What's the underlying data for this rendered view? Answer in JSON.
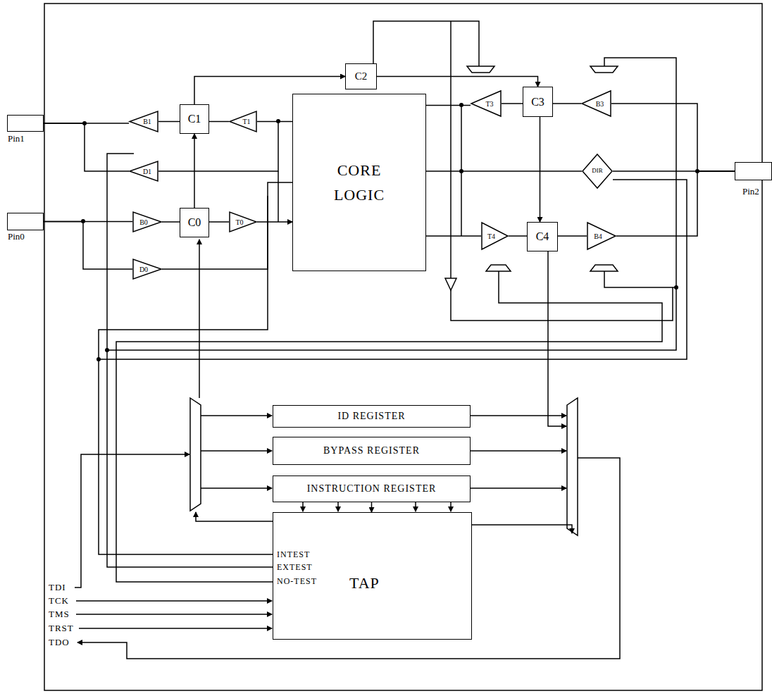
{
  "diagram": {
    "nodes": [
      {
        "text": [
          "Pin1"
        ]
      },
      {
        "text": [
          "Pin0"
        ]
      },
      {
        "text": [
          "Pin2"
        ]
      },
      {
        "text": [
          "B1"
        ]
      },
      {
        "text": [
          "C1"
        ]
      },
      {
        "text": [
          "T1"
        ]
      },
      {
        "text": [
          "D1"
        ]
      },
      {
        "text": [
          "B0"
        ]
      },
      {
        "text": [
          "C0"
        ]
      },
      {
        "text": [
          "T0"
        ]
      },
      {
        "text": [
          "D0"
        ]
      },
      {
        "text": [
          "CORE LOGIC"
        ]
      },
      {
        "text": [
          "C2"
        ]
      },
      {
        "text": [
          "T3"
        ]
      },
      {
        "text": [
          "C3"
        ]
      },
      {
        "text": [
          "B3"
        ]
      },
      {
        "text": [
          "DIR"
        ]
      },
      {
        "text": [
          "T4"
        ]
      },
      {
        "text": [
          "C4"
        ]
      },
      {
        "text": [
          "B4"
        ]
      },
      {
        "text": [
          "ID REGISTER"
        ]
      },
      {
        "text": [
          "BYPASS REGISTER"
        ]
      },
      {
        "text": [
          "INSTRUCTION REGISTER"
        ]
      },
      {
        "text": [
          "TAP",
          "INTEST",
          "EXTEST",
          "NO-TEST"
        ]
      }
    ],
    "edges": [
      {
        "from": 3,
        "to": 0,
        "arrow": "none"
      },
      {
        "from": 4,
        "to": 3,
        "arrow": "none"
      },
      {
        "from": 5,
        "to": 4,
        "arrow": "none"
      },
      {
        "from": 11,
        "to": 5,
        "arrow": "none"
      },
      {
        "from": 6,
        "to": 0,
        "arrow": "none"
      },
      {
        "from": 1,
        "to": 7,
        "arrow": "none"
      },
      {
        "from": 7,
        "to": 8,
        "arrow": "none"
      },
      {
        "from": 8,
        "to": 9,
        "arrow": "none"
      },
      {
        "from": 9,
        "to": 11,
        "arrow": "to"
      },
      {
        "from": 1,
        "to": 10,
        "arrow": "none"
      },
      {
        "from": 10,
        "to": 11,
        "arrow": "none"
      },
      {
        "from": 8,
        "to": 4,
        "arrow": "to"
      },
      {
        "from": 4,
        "to": 12,
        "arrow": "to"
      },
      {
        "from": 12,
        "to": 14,
        "arrow": "to"
      },
      {
        "from": 2,
        "to": 15,
        "arrow": "none"
      },
      {
        "from": 15,
        "to": 14,
        "arrow": "none"
      },
      {
        "from": 14,
        "to": 13,
        "arrow": "none"
      },
      {
        "from": 13,
        "to": 11,
        "arrow": "none"
      },
      {
        "from": 11,
        "to": 16,
        "arrow": "none"
      },
      {
        "from": 16,
        "to": 2,
        "arrow": "none"
      },
      {
        "from": 11,
        "to": 17,
        "arrow": "none"
      },
      {
        "from": 17,
        "to": 18,
        "arrow": "none"
      },
      {
        "from": 18,
        "to": 19,
        "arrow": "none"
      },
      {
        "from": 19,
        "to": 2,
        "arrow": "none"
      },
      {
        "from": 14,
        "to": 18,
        "arrow": "to"
      },
      {
        "from": 22,
        "to": 23,
        "arrow": "to"
      }
    ],
    "labels": [
      "TDI",
      "TCK",
      "TMS",
      "TRST",
      "TDO"
    ]
  }
}
